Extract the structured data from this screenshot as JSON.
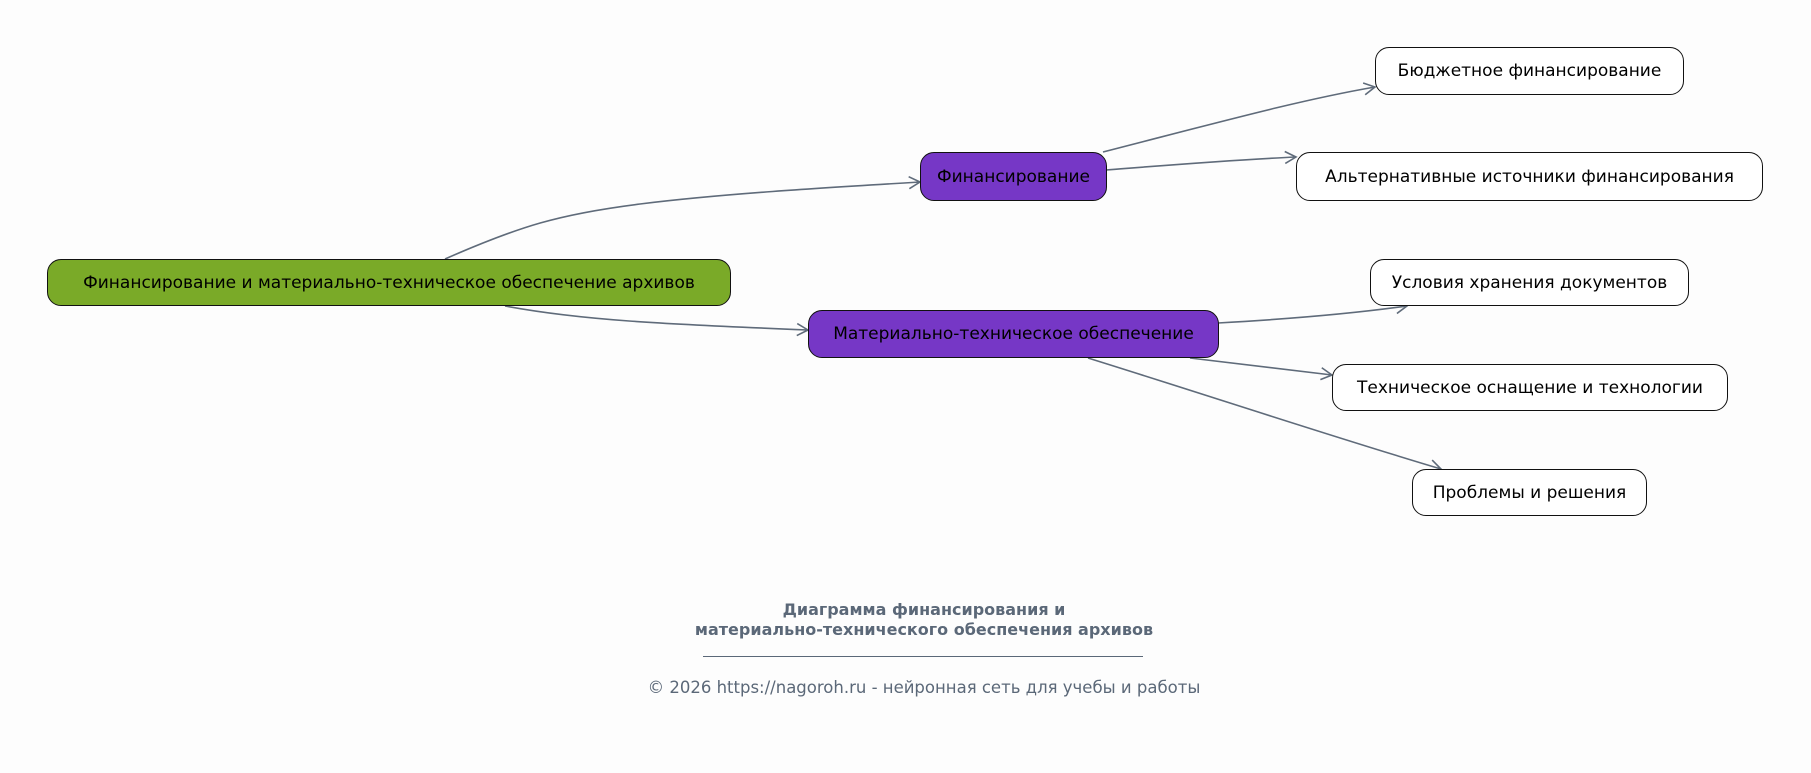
{
  "diagram": {
    "root": "Финансирование и материально-техническое обеспечение архивов",
    "branches": [
      {
        "label": "Финансирование",
        "children": [
          "Бюджетное финансирование",
          "Альтернативные источники финансирования"
        ]
      },
      {
        "label": "Материально-техническое обеспечение",
        "children": [
          "Условия хранения документов",
          "Техническое оснащение и технологии",
          "Проблемы и решения"
        ]
      }
    ]
  },
  "caption": {
    "title_line1": "Диаграмма финансирования и",
    "title_line2": "материально-технического обеспечения архивов",
    "footer": "© 2026 https://nagoroh.ru - нейронная сеть для учебы и работы"
  },
  "colors": {
    "root": "#7aaa28",
    "branch": "#7637c6",
    "leaf": "#ffffff",
    "edge": "#5f6b7a",
    "caption": "#5b6878"
  }
}
